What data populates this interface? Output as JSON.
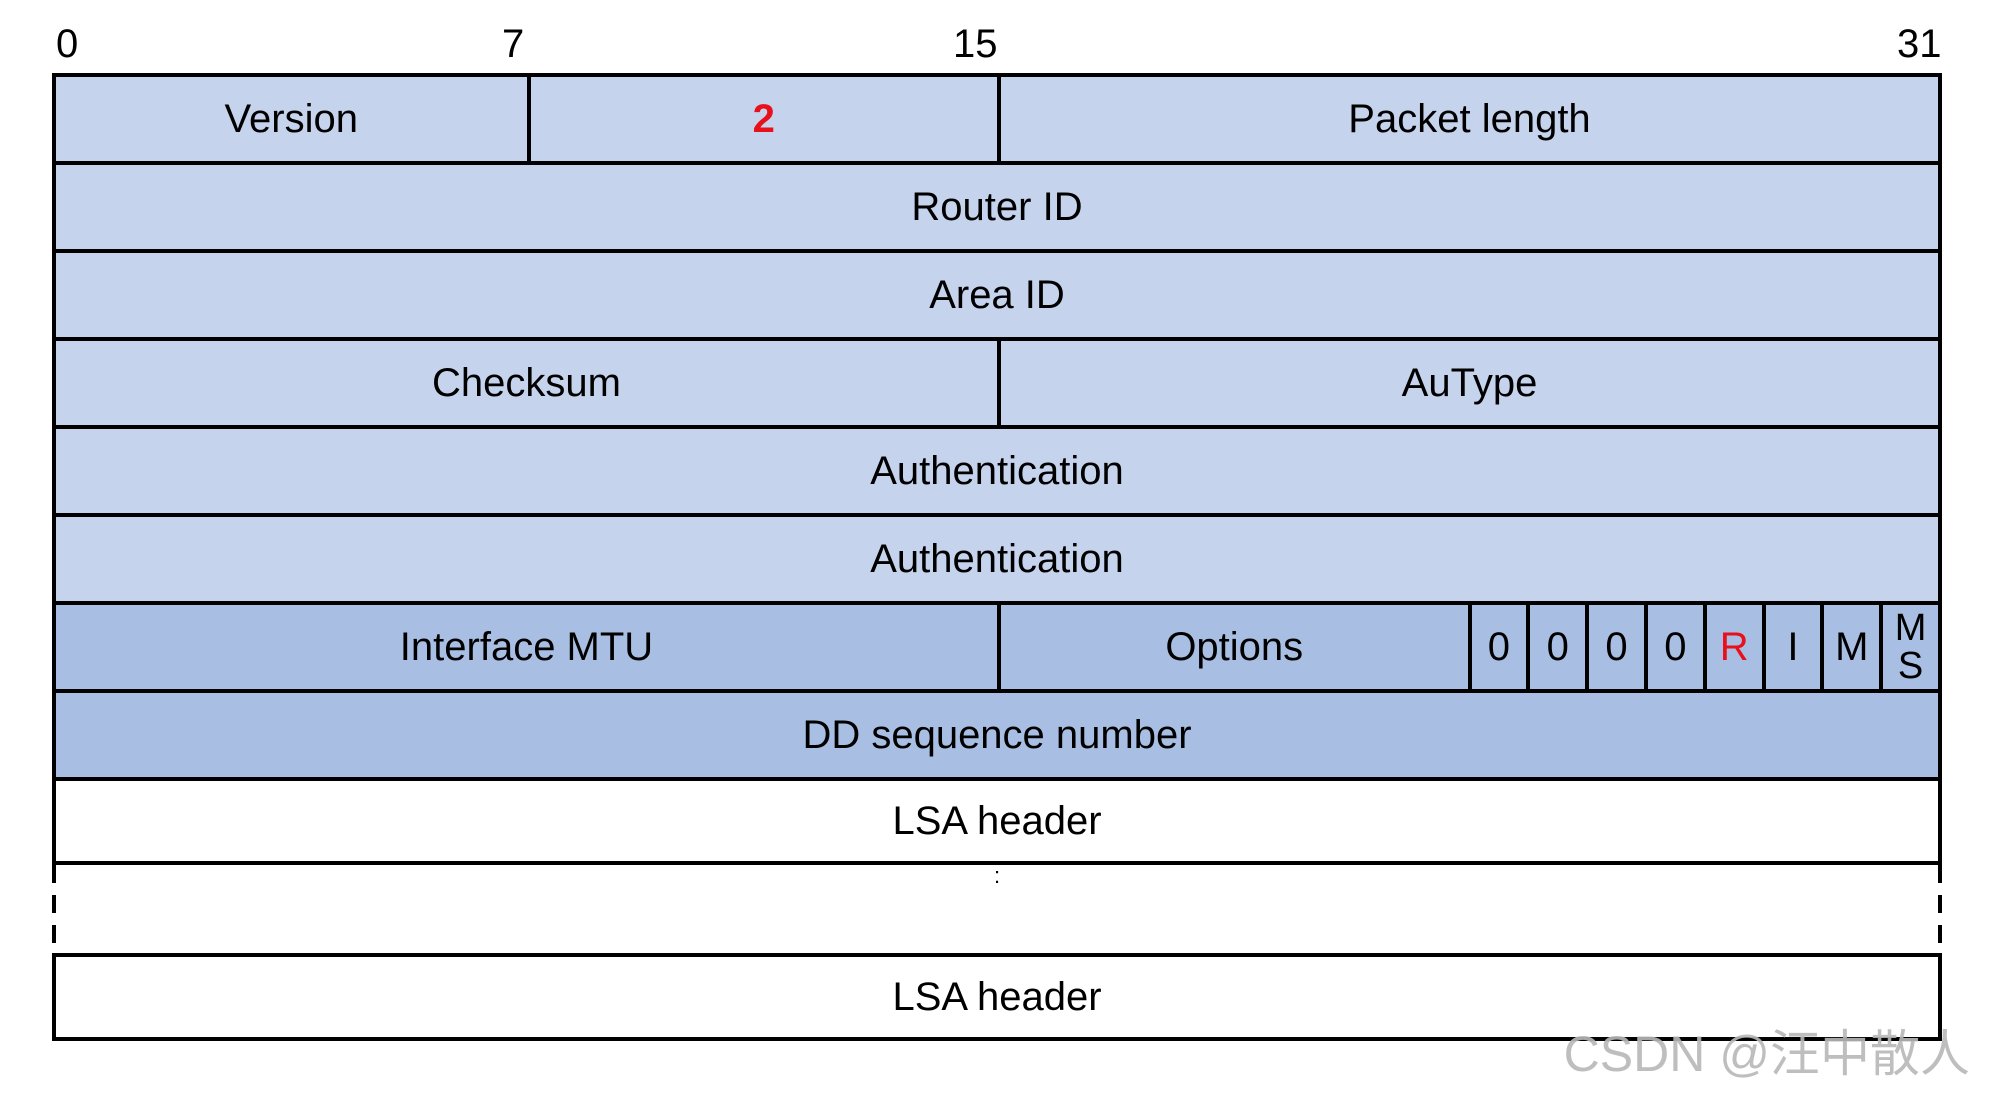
{
  "bit_positions": [
    "0",
    "7",
    "15",
    "31"
  ],
  "rows": [
    {
      "shade": "light",
      "cells": [
        {
          "label": "Version",
          "span": 8
        },
        {
          "label": "2",
          "span": 8,
          "highlight": true,
          "bold": true
        },
        {
          "label": "Packet length",
          "span": 16
        }
      ]
    },
    {
      "shade": "light",
      "cells": [
        {
          "label": "Router ID",
          "span": 32
        }
      ]
    },
    {
      "shade": "light",
      "cells": [
        {
          "label": "Area ID",
          "span": 32
        }
      ]
    },
    {
      "shade": "light",
      "cells": [
        {
          "label": "Checksum",
          "span": 16
        },
        {
          "label": "AuType",
          "span": 16
        }
      ]
    },
    {
      "shade": "light",
      "cells": [
        {
          "label": "Authentication",
          "span": 32
        }
      ]
    },
    {
      "shade": "light",
      "cells": [
        {
          "label": "Authentication",
          "span": 32
        }
      ]
    },
    {
      "shade": "dark",
      "cells": [
        {
          "label": "Interface MTU",
          "span": 16
        },
        {
          "label": "Options",
          "span": 8
        },
        {
          "label": "0",
          "span": 1
        },
        {
          "label": "0",
          "span": 1
        },
        {
          "label": "0",
          "span": 1
        },
        {
          "label": "0",
          "span": 1
        },
        {
          "label": "R",
          "span": 1,
          "highlight": true
        },
        {
          "label": "I",
          "span": 1
        },
        {
          "label": "M",
          "span": 1
        },
        {
          "label": "M S",
          "span": 1,
          "stacked": [
            "M",
            "S"
          ]
        }
      ]
    },
    {
      "shade": "dark",
      "cells": [
        {
          "label": "DD sequence number",
          "span": 32
        }
      ]
    },
    {
      "shade": "white",
      "cells": [
        {
          "label": "LSA header",
          "span": 32
        }
      ]
    },
    {
      "gap": true,
      "dots": ":"
    },
    {
      "shade": "white",
      "cells": [
        {
          "label": "LSA header",
          "span": 32
        }
      ]
    }
  ],
  "watermark": "CSDN @汪中散人",
  "colors": {
    "light": "#c5d3ed",
    "dark": "#a8bfe3",
    "highlight": "#e8101a"
  }
}
